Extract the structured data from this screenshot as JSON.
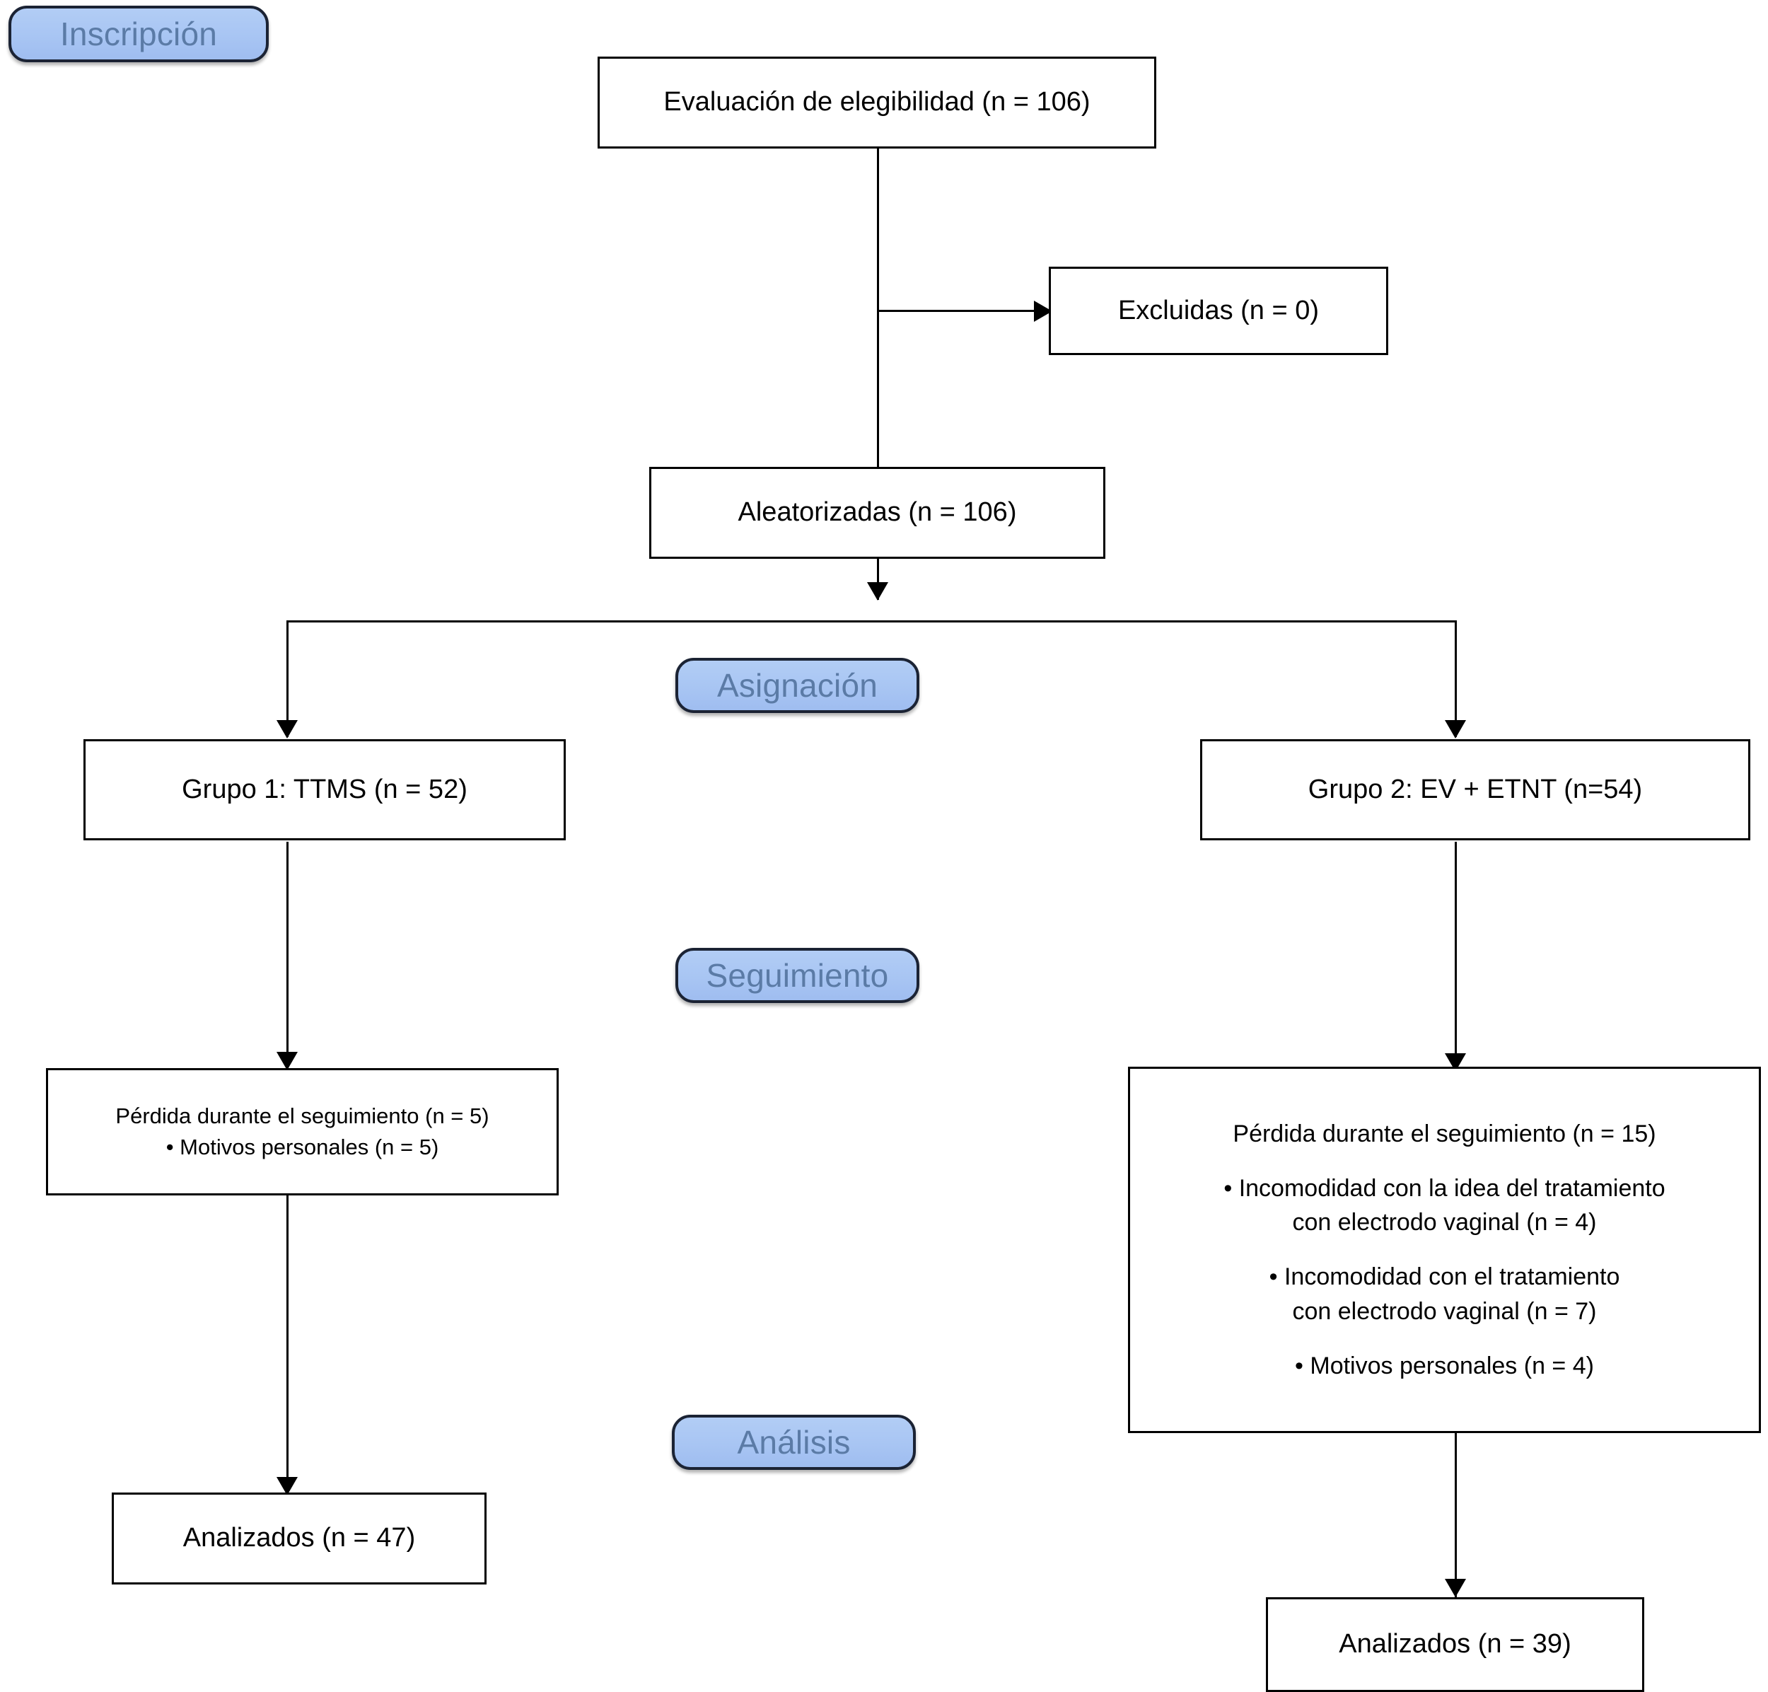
{
  "diagram": {
    "type": "consort-flow-diagram",
    "language": "es",
    "accent_color": "#a8c5f3",
    "accent_text_color": "#5b7ba6",
    "box_border_color": "#000000",
    "background_color": "#ffffff"
  },
  "stages": {
    "enrollment": "Inscripción",
    "allocation": "Asignación",
    "followup": "Seguimiento",
    "analysis": "Análisis"
  },
  "nodes": {
    "assessed": "Evaluación de elegibilidad (n = 106)",
    "excluded": "Excluidas (n = 0)",
    "randomized": "Aleatorizadas (n = 106)",
    "group1": "Grupo 1: TTMS (n = 52)",
    "group2": "Grupo 2: EV + ETNT (n=54)",
    "lost1_title": "Pérdida durante el seguimiento (n = 5)",
    "lost1_reason1": "• Motivos personales (n = 5)",
    "lost2_title": "Pérdida durante el seguimiento (n = 15)",
    "lost2_reason1_l1": "• Incomodidad con la idea del tratamiento",
    "lost2_reason1_l2": "con electrodo vaginal (n = 4)",
    "lost2_reason2_l1": "• Incomodidad con el tratamiento",
    "lost2_reason2_l2": "con electrodo vaginal (n = 7)",
    "lost2_reason3": "• Motivos personales (n = 4)",
    "analyzed1": "Analizados (n = 47)",
    "analyzed2": "Analizados (n = 39)"
  }
}
